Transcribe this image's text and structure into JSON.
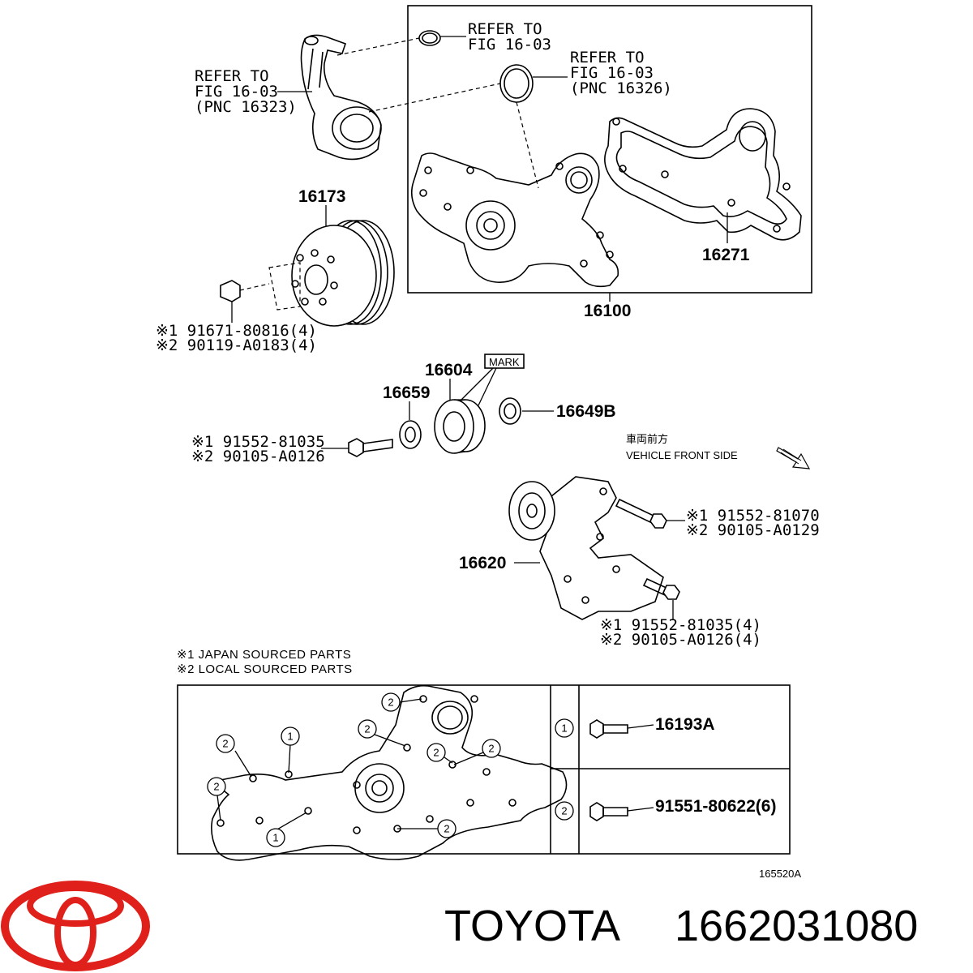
{
  "refer_labels": {
    "top": {
      "line1": "REFER TO",
      "line2": "FIG 16-03"
    },
    "right": {
      "line1": "REFER TO",
      "line2": "FIG 16-03",
      "line3": "(PNC 16326)"
    },
    "left": {
      "line1": "REFER TO",
      "line2": "FIG 16-03",
      "line3": "(PNC 16323)"
    }
  },
  "part_numbers": {
    "pulley": "16173",
    "gasket": "16271",
    "water_pump": "16100",
    "idler": "16604",
    "washer": "16659",
    "cover": "16649B",
    "tensioner": "16620",
    "mark": "MARK",
    "bolt_a": "16193A",
    "bolt_b": "91551-80622(6)"
  },
  "bolt_callouts": {
    "pulley_bolt": {
      "l1": "※1 91671-80816(4)",
      "l2": "※2 90119-A0183(4)"
    },
    "idler_bolt": {
      "l1": "※1 91552-81035",
      "l2": "※2 90105-A0126"
    },
    "tensioner_bolt": {
      "l1": "※1 91552-81070",
      "l2": "※2 90105-A0129"
    },
    "tensioner_bolt_4": {
      "l1": "※1 91552-81035(4)",
      "l2": "※2 90105-A0126(4)"
    }
  },
  "direction": {
    "jp": "車両前方",
    "en": "VEHICLE FRONT SIDE"
  },
  "notes": {
    "n1": "※1 JAPAN SOURCED PARTS",
    "n2": "※2 LOCAL SOURCED PARTS"
  },
  "circle_numbers": {
    "one": "1",
    "two": "2"
  },
  "figure_code": "165520A",
  "footer": {
    "brand": "TOYOTA",
    "part_number": "1662031080"
  },
  "colors": {
    "logo_red": "#e0201b",
    "ink": "#000000"
  }
}
